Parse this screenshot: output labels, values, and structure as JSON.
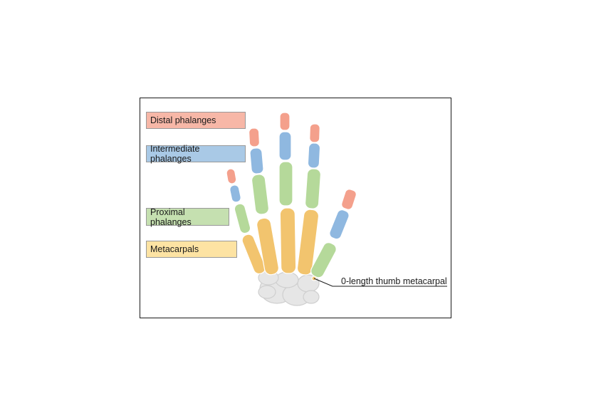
{
  "legend": {
    "distal": {
      "label": "Distal phalanges",
      "color": "#f7b7a7"
    },
    "intermediate": {
      "label": "Intermediate phalanges",
      "color": "#a9c9e6"
    },
    "proximal": {
      "label": "Proximal phalanges",
      "color": "#c5e0b0"
    },
    "metacarpal": {
      "label": "Metacarpals",
      "color": "#fde3a3"
    }
  },
  "callout": {
    "label": "0-length thumb metacarpal"
  },
  "bone_colors": {
    "distal": "#f4a08c",
    "intermediate": "#8fb8e0",
    "proximal": "#b5d99a",
    "metacarpal": "#f2c46e",
    "carpal": "#e6e6e6"
  }
}
